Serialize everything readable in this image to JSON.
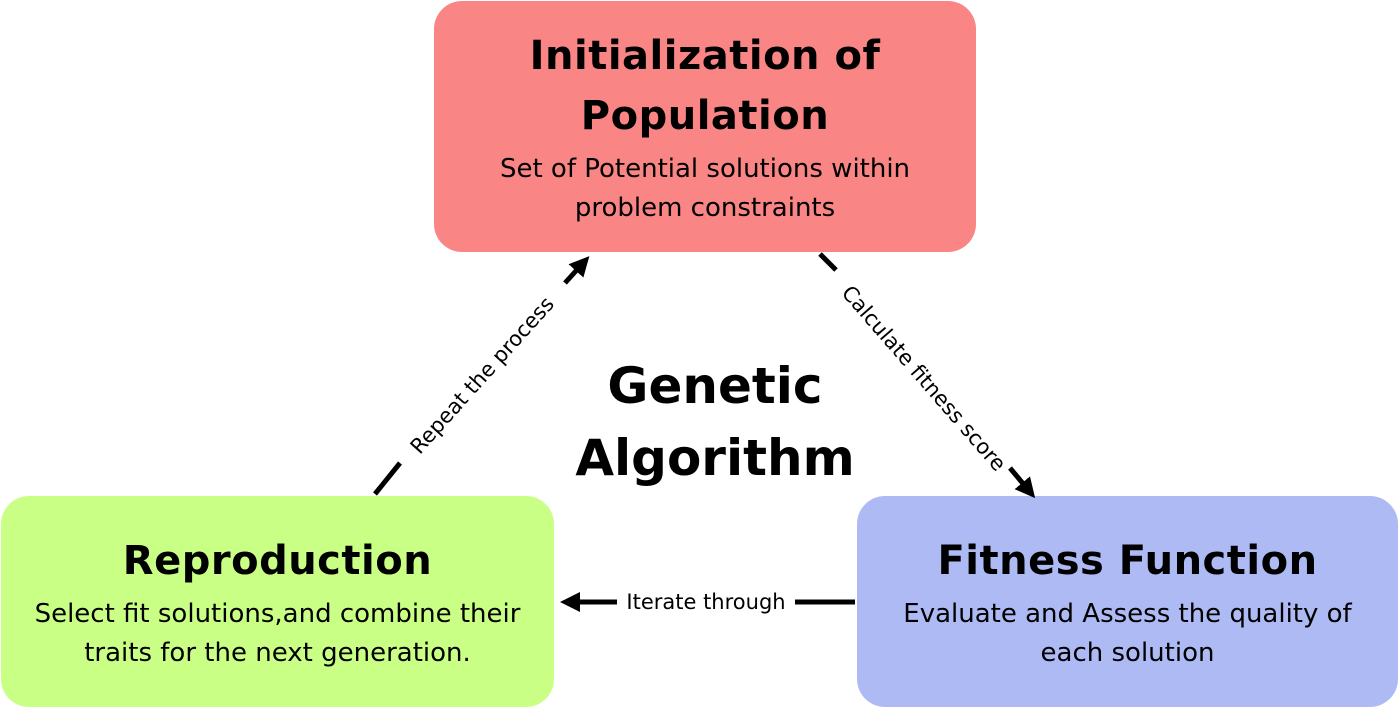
{
  "nodes": {
    "initialization": {
      "title": "Initialization of Population",
      "description": "Set of Potential solutions within problem constraints",
      "color": "#f98585"
    },
    "reproduction": {
      "title": "Reproduction",
      "description": "Select fit solutions,and combine their traits for the next generation.",
      "color": "#caff86"
    },
    "fitness": {
      "title": "Fitness Function",
      "description": "Evaluate and Assess the quality of each solution",
      "color": "#aebaf4"
    }
  },
  "center_title": "Genetic Algorithm",
  "edges": {
    "init_to_fitness": "Calculate fitness score",
    "fitness_to_repro": "Iterate through",
    "repro_to_init": "Repeat the process"
  }
}
